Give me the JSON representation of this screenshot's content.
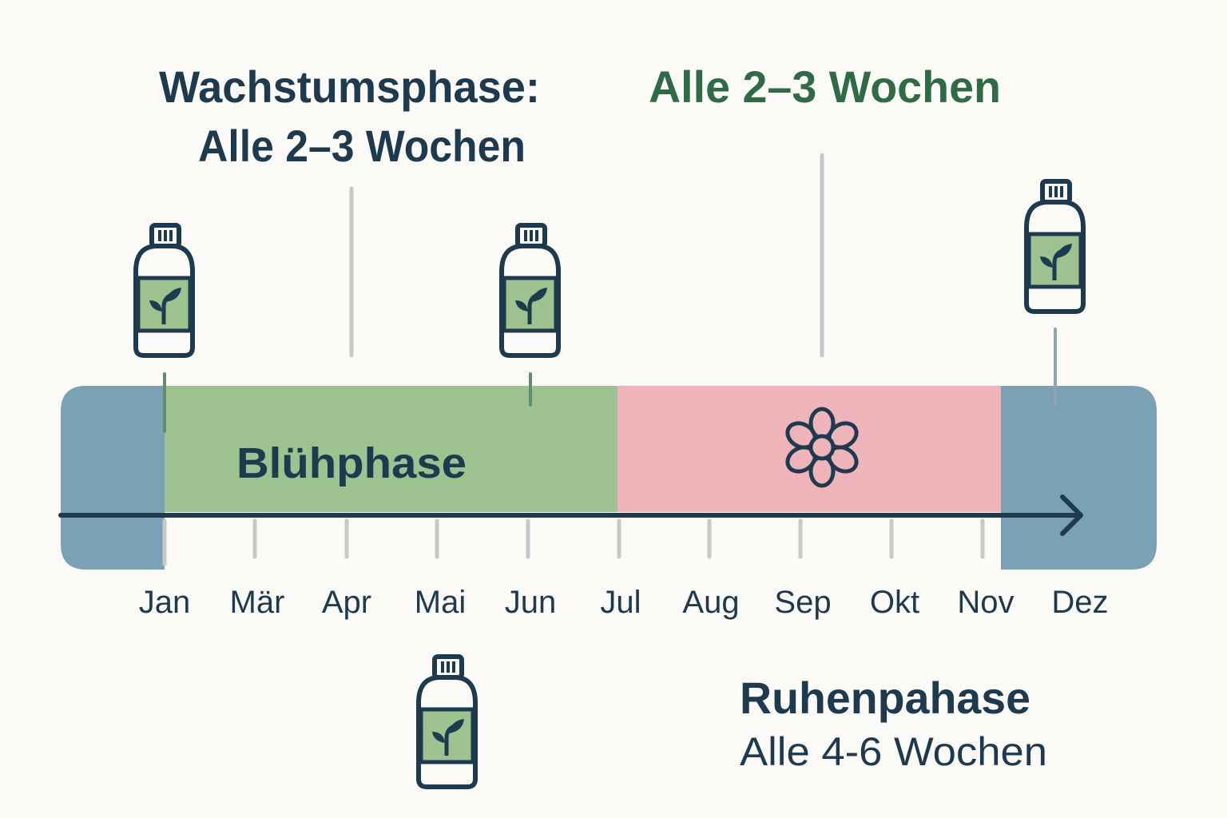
{
  "headings": {
    "growth_title": "Wachstumsphase:",
    "growth_interval": "Alle 2–3 Wochen",
    "bloom_interval": "Alle 2–3 Wochen",
    "bloom_label": "Blühphase",
    "rest_title": "Ruhenpahase",
    "rest_interval": "Alle 4-6 Wochen"
  },
  "months": [
    "Jan",
    "Mär",
    "Apr",
    "Mai",
    "Jun",
    "Jul",
    "Aug",
    "Sep",
    "Okt",
    "Nov",
    "Dez"
  ],
  "icons": {
    "fertilizer": "fertilizer-bottle-icon",
    "flower": "flower-icon",
    "arrow": "arrow-right-icon"
  },
  "colors": {
    "background": "#fcfaf6",
    "dark": "#1e3a4f",
    "rest": "#7ba1b5",
    "growth": "#9dc18f",
    "bloom": "#efb3ba",
    "accent_green": "#2e6b46",
    "tick": "#c8c8c8"
  }
}
